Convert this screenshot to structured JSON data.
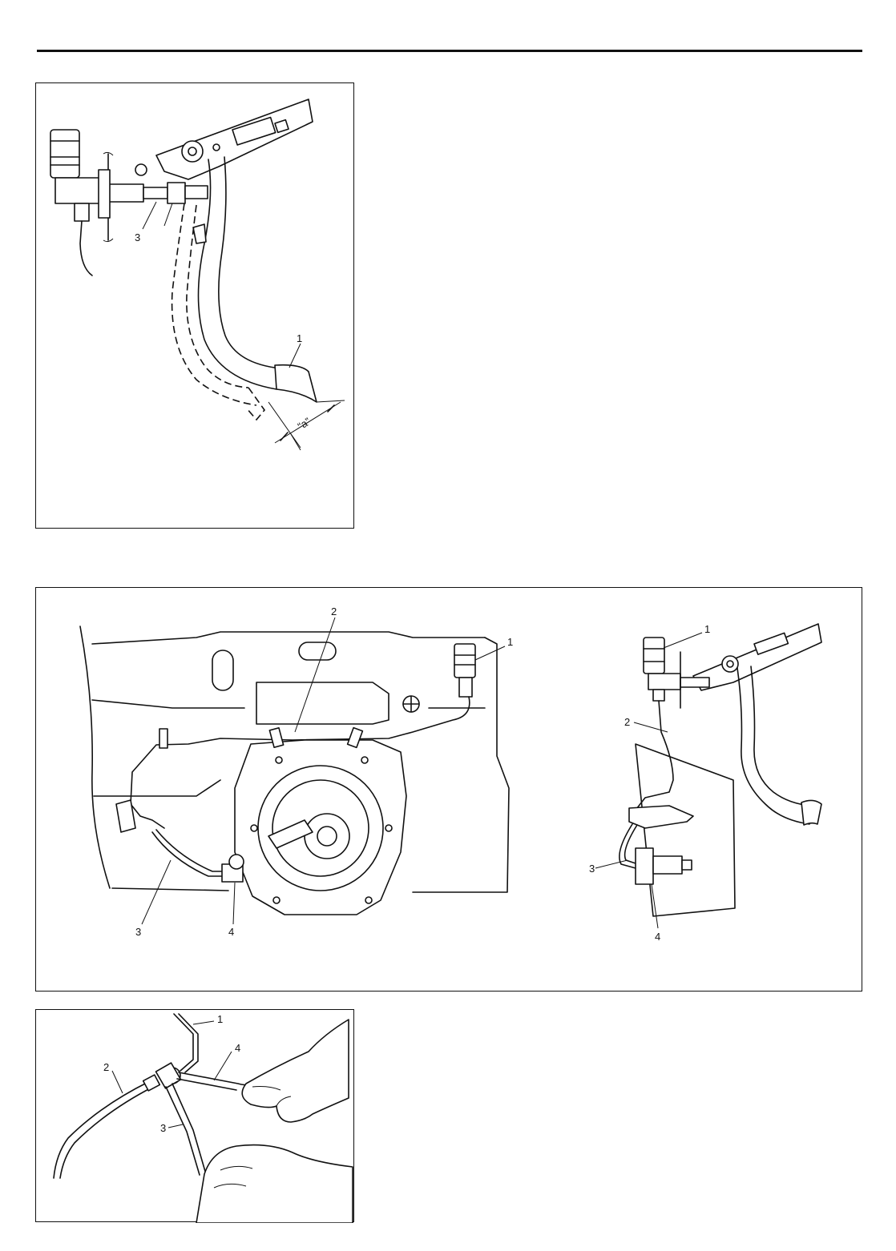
{
  "figures": {
    "pedal": {
      "labels": [
        "1",
        "3"
      ],
      "dimension": "“a”"
    },
    "routing": {
      "left_labels": [
        "2",
        "1",
        "3",
        "4"
      ],
      "right_labels": [
        "1",
        "2",
        "3",
        "4"
      ]
    },
    "pipe_removal": {
      "labels": [
        "1",
        "2",
        "3",
        "4"
      ]
    }
  }
}
